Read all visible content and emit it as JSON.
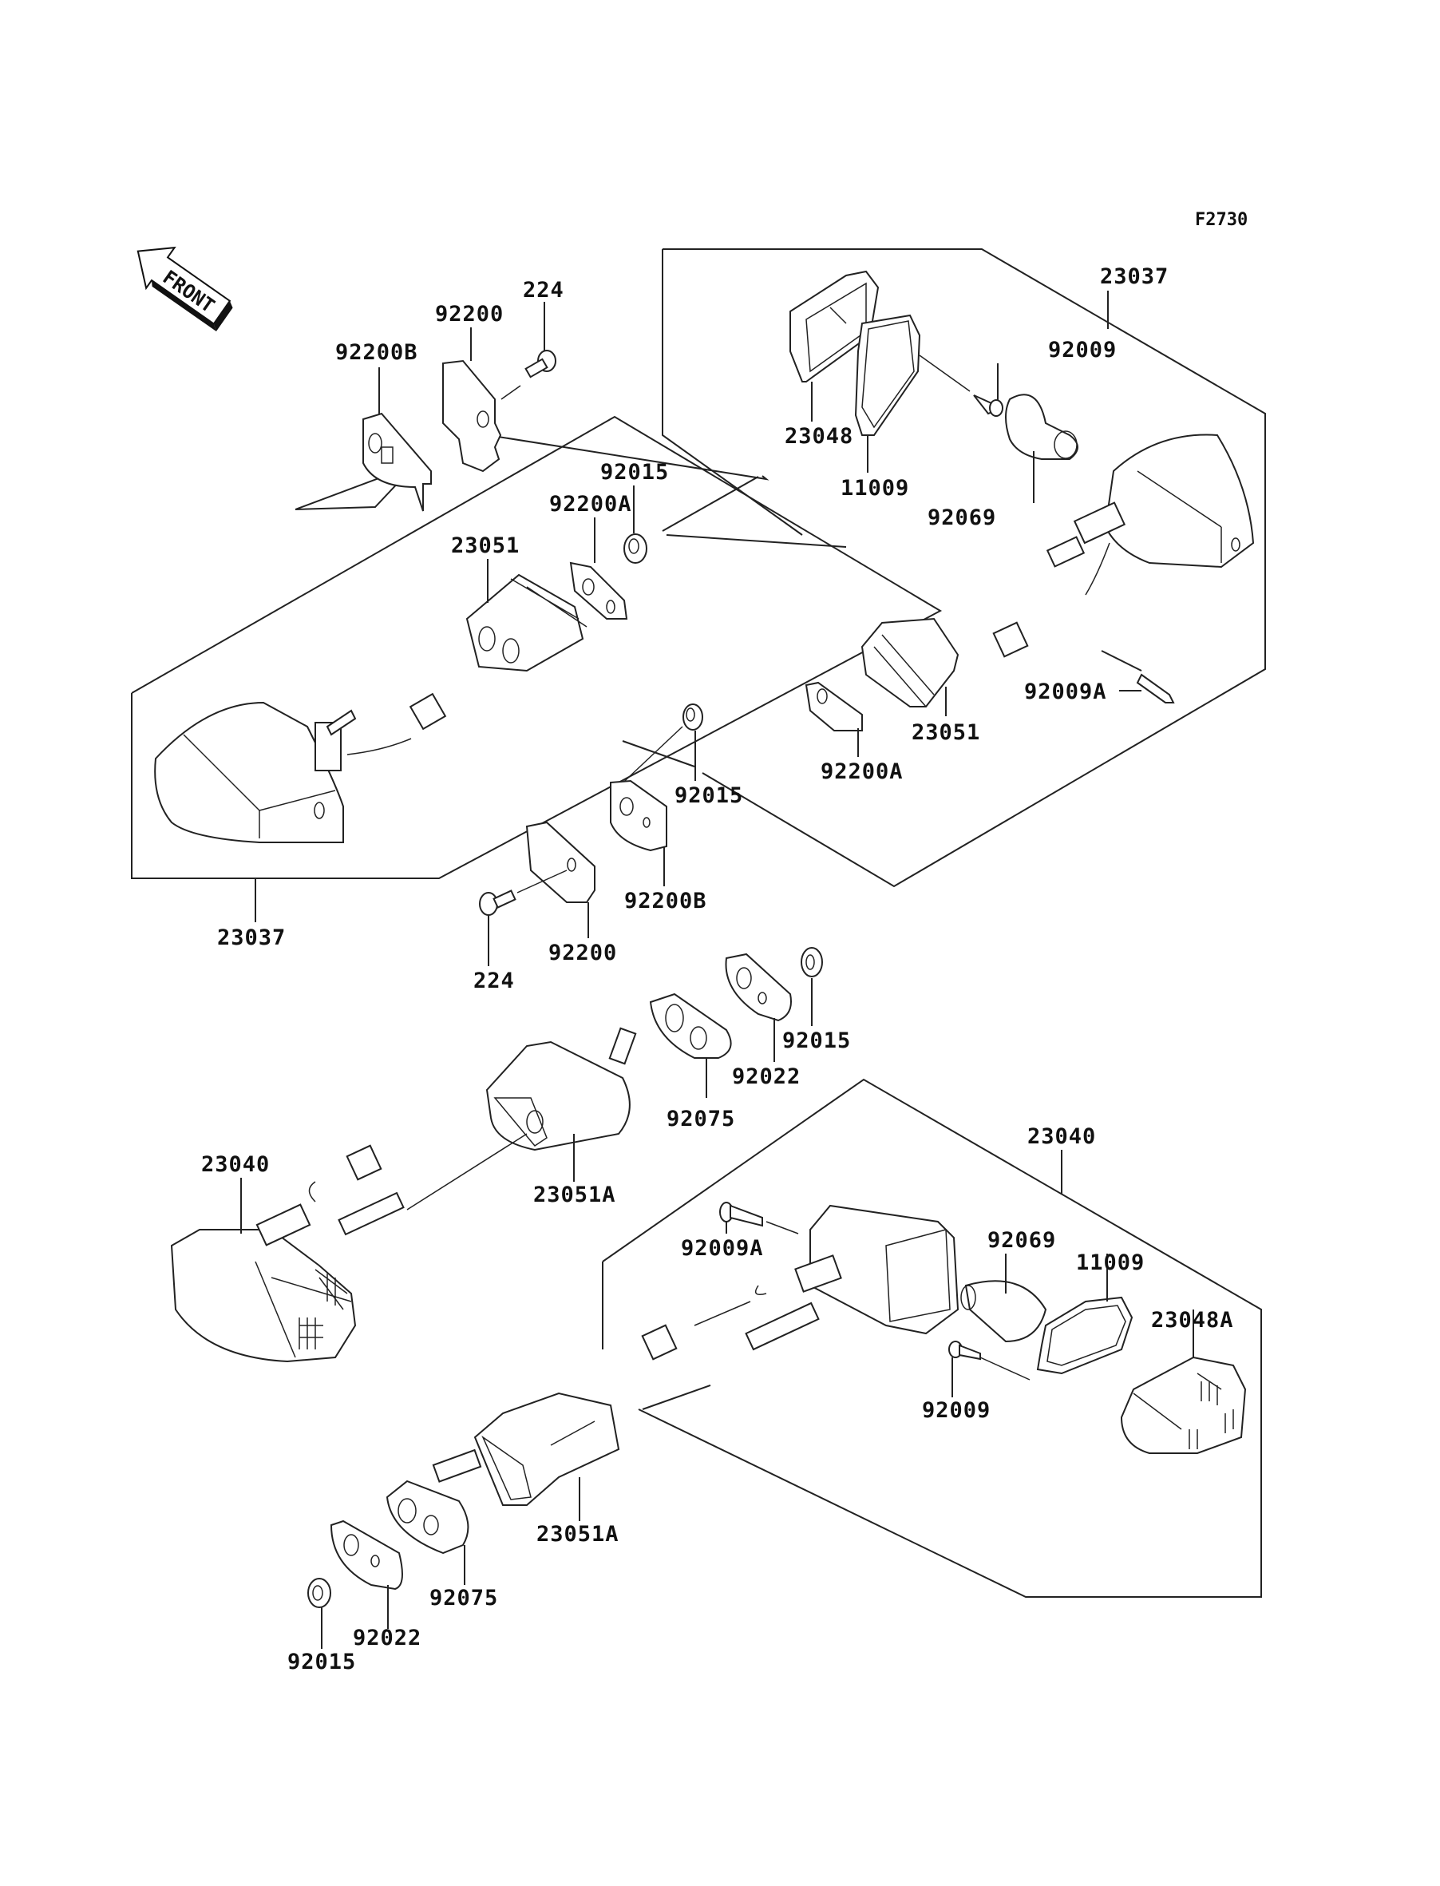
{
  "figure_id": "F2730",
  "front_indicator": "FRONT",
  "labels": {
    "l_92200B_top": "92200B",
    "l_92200_top": "92200",
    "l_224_top": "224",
    "l_92015_top": "92015",
    "l_92200A_top": "92200A",
    "l_23051_left": "23051",
    "l_23037_left": "23037",
    "l_23037_right": "23037",
    "l_92009_top": "92009",
    "l_23048": "23048",
    "l_11009_top": "11009",
    "l_92069_top": "92069",
    "l_92009A_top": "92009A",
    "l_23051_right": "23051",
    "l_92200A_mid": "92200A",
    "l_92015_mid": "92015",
    "l_92200B_mid": "92200B",
    "l_92200_mid": "92200",
    "l_224_mid": "224",
    "l_92015_low": "92015",
    "l_92022_low": "92022",
    "l_92075_low": "92075",
    "l_23051A_upper": "23051A",
    "l_23040_left": "23040",
    "l_23040_right": "23040",
    "l_92009A_low": "92009A",
    "l_92069_low": "92069",
    "l_11009_low": "11009",
    "l_23048A": "23048A",
    "l_92009_low": "92009",
    "l_23051A_lower": "23051A",
    "l_92075_bottom": "92075",
    "l_92022_bottom": "92022",
    "l_92015_bottom": "92015"
  }
}
